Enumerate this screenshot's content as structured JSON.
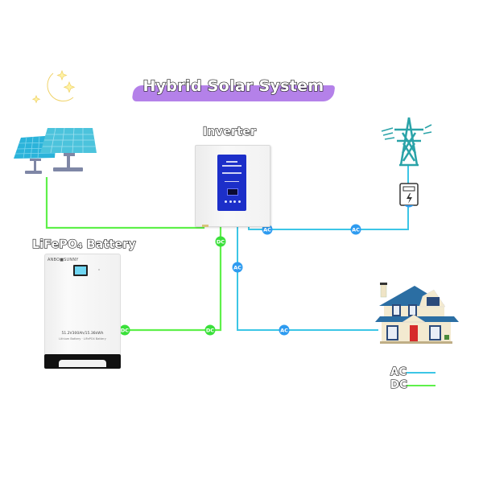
{
  "title": "Hybrid Solar System",
  "labels": {
    "inverter": "Inverter",
    "battery": "LiFePO₄ Battery"
  },
  "battery": {
    "brand": "ANBO■SUNNY",
    "spec": "51.2V300Ah/15.36kWh",
    "subtitle": "Lithium Battery · LiFePO4 Battery"
  },
  "badges": {
    "ac": "AC",
    "dc": "DC"
  },
  "legend": {
    "ac": "AC",
    "dc": "DC"
  },
  "colors": {
    "ac_line": "#3cc6e6",
    "dc_line": "#5ef04a",
    "ac_badge": "#2e9bf0",
    "dc_badge": "#3ae03a",
    "title_brush": "#b07ae8",
    "inverter_panel": "#1c2fc9"
  },
  "icons": [
    "moon-stars-icon",
    "solar-panel-icon",
    "inverter-icon",
    "battery-icon",
    "power-tower-icon",
    "electric-meter-icon",
    "house-icon"
  ]
}
